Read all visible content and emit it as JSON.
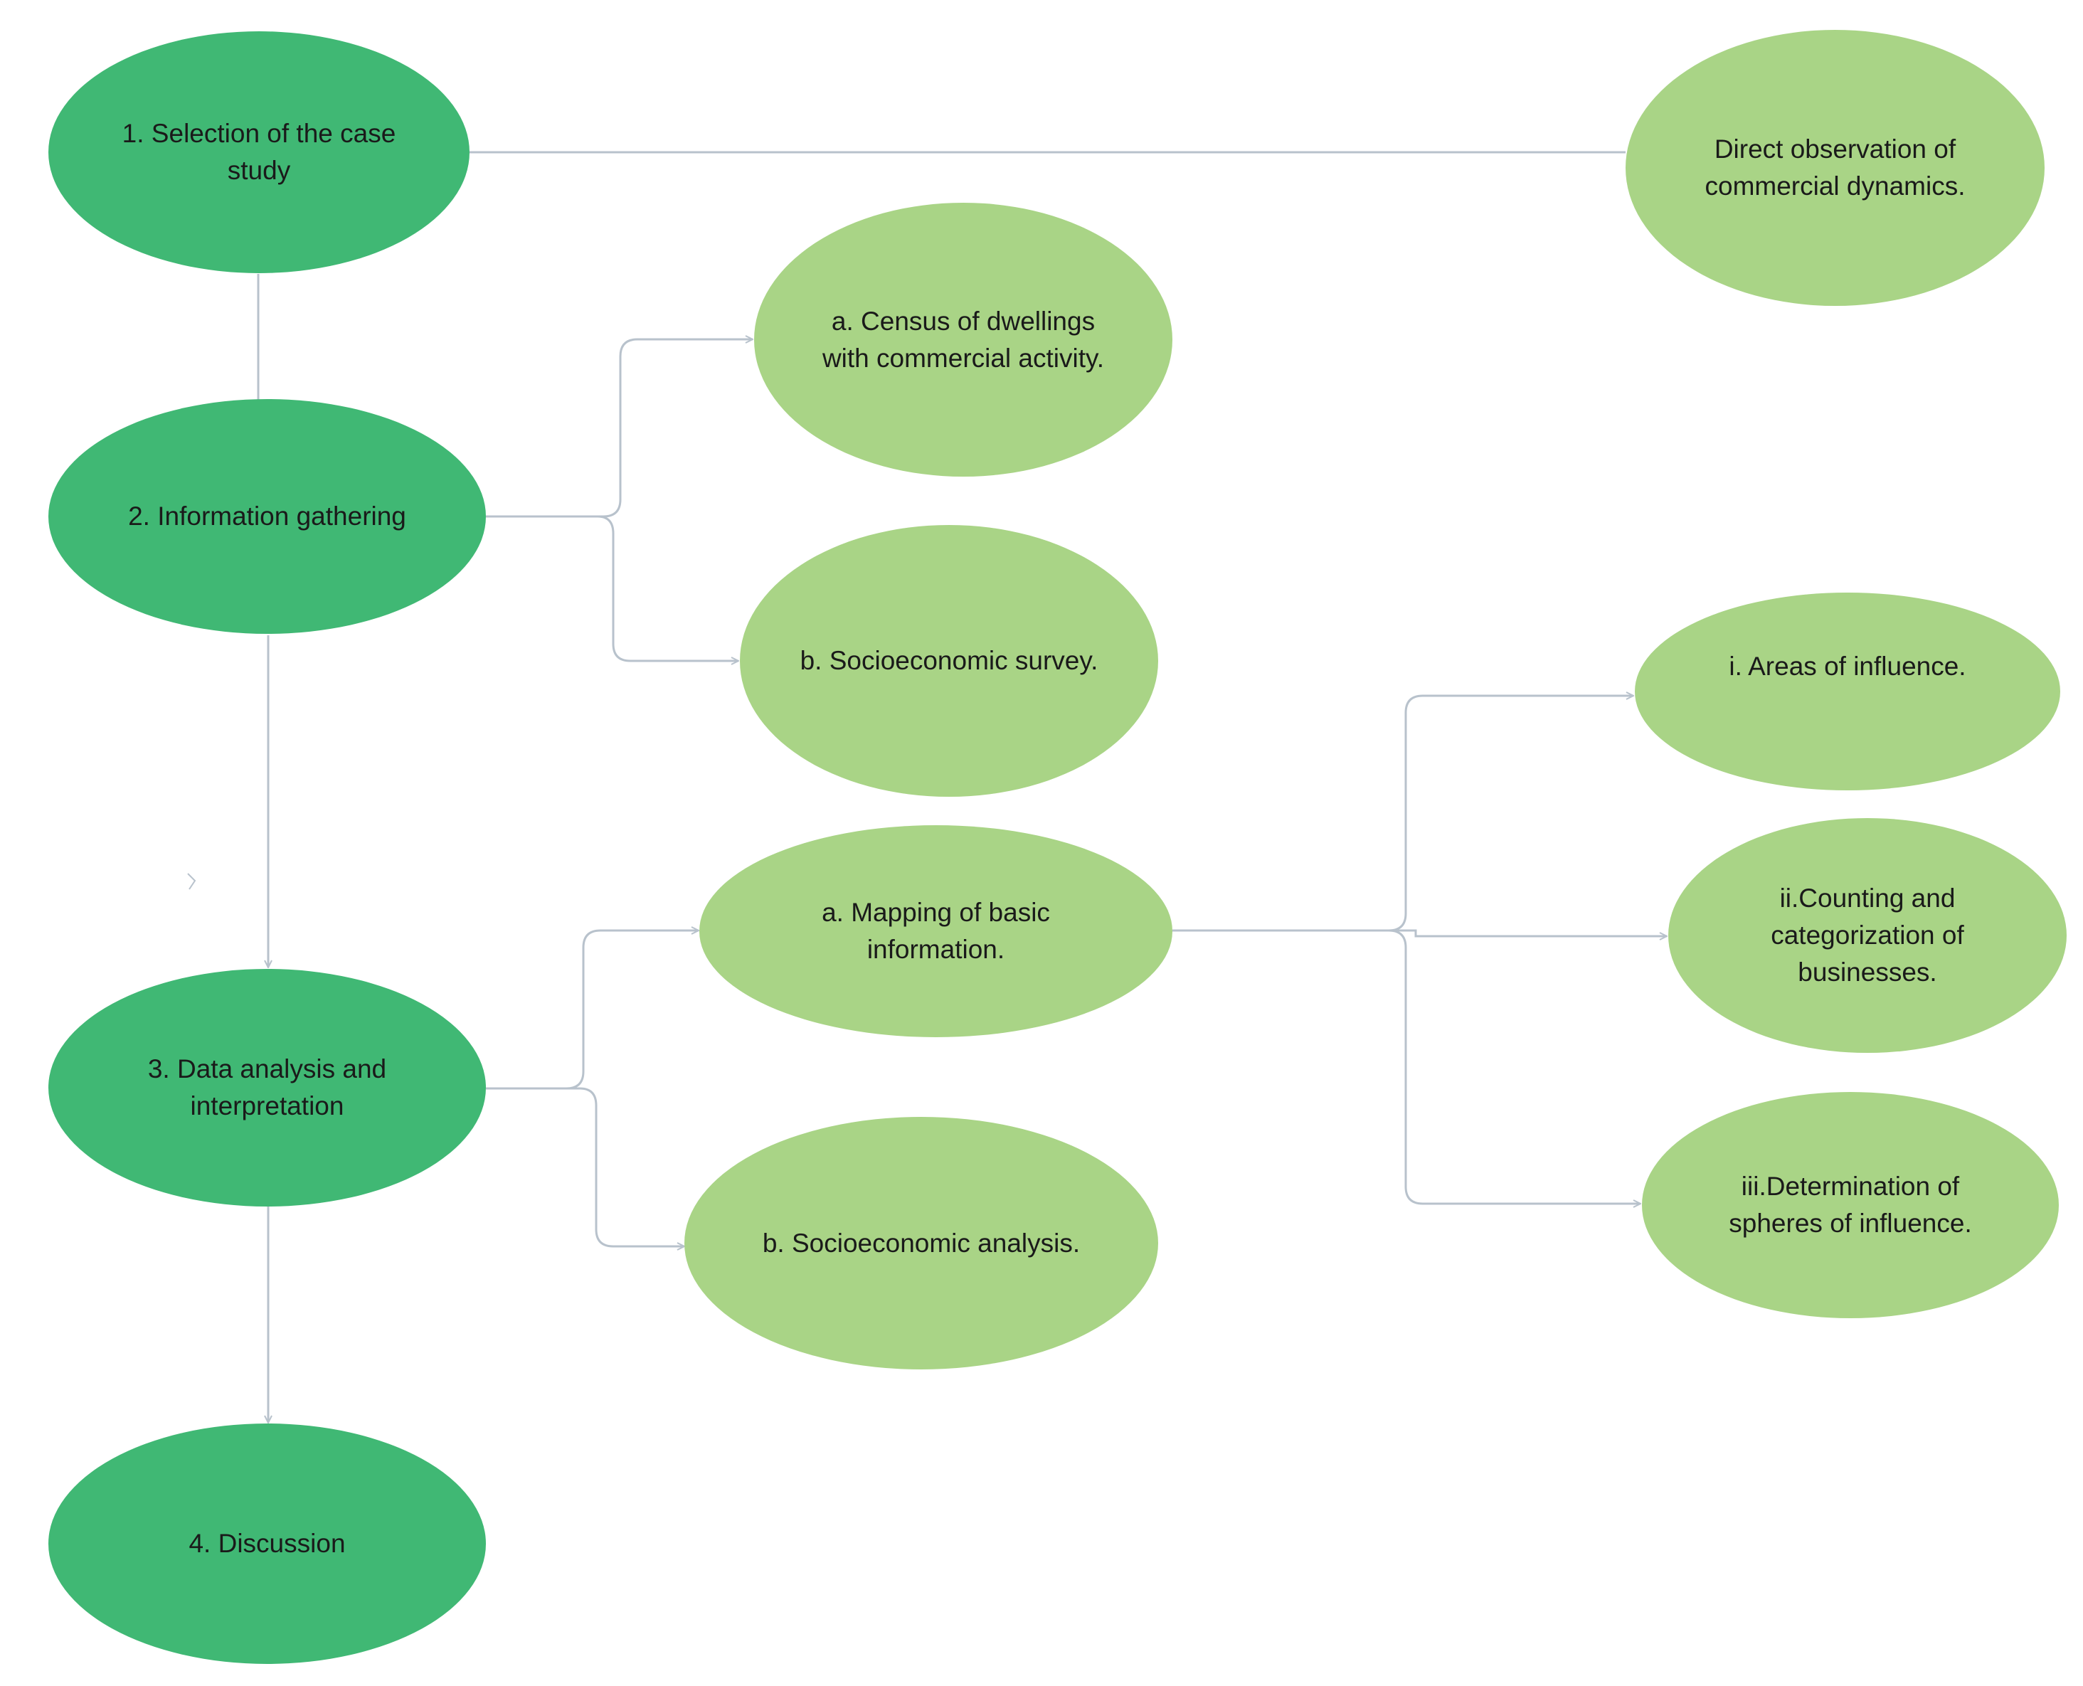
{
  "colors": {
    "main_node": "#40b874",
    "sub_node": "#a9d486",
    "connector": "#b8c2cc",
    "text": "#1a1a1a"
  },
  "nodes": {
    "step_1": "1. Selection of the case\nstudy",
    "step_2": "2. Information gathering",
    "step_3": "3. Data analysis and\ninterpretation",
    "step_4": "4. Discussion",
    "direct_observation": "Direct observation of\ncommercial dynamics.",
    "census": "a. Census of dwellings\nwith commercial activity.",
    "survey": "b. Socioeconomic survey.",
    "mapping": "a. Mapping of basic\ninformation.",
    "socio_analysis": "b. Socioeconomic analysis.",
    "areas": "i. Areas of influence.",
    "counting": "ii.Counting and\ncategorization of\nbusinesses.",
    "spheres": "iii.Determination of\nspheres of influence."
  }
}
